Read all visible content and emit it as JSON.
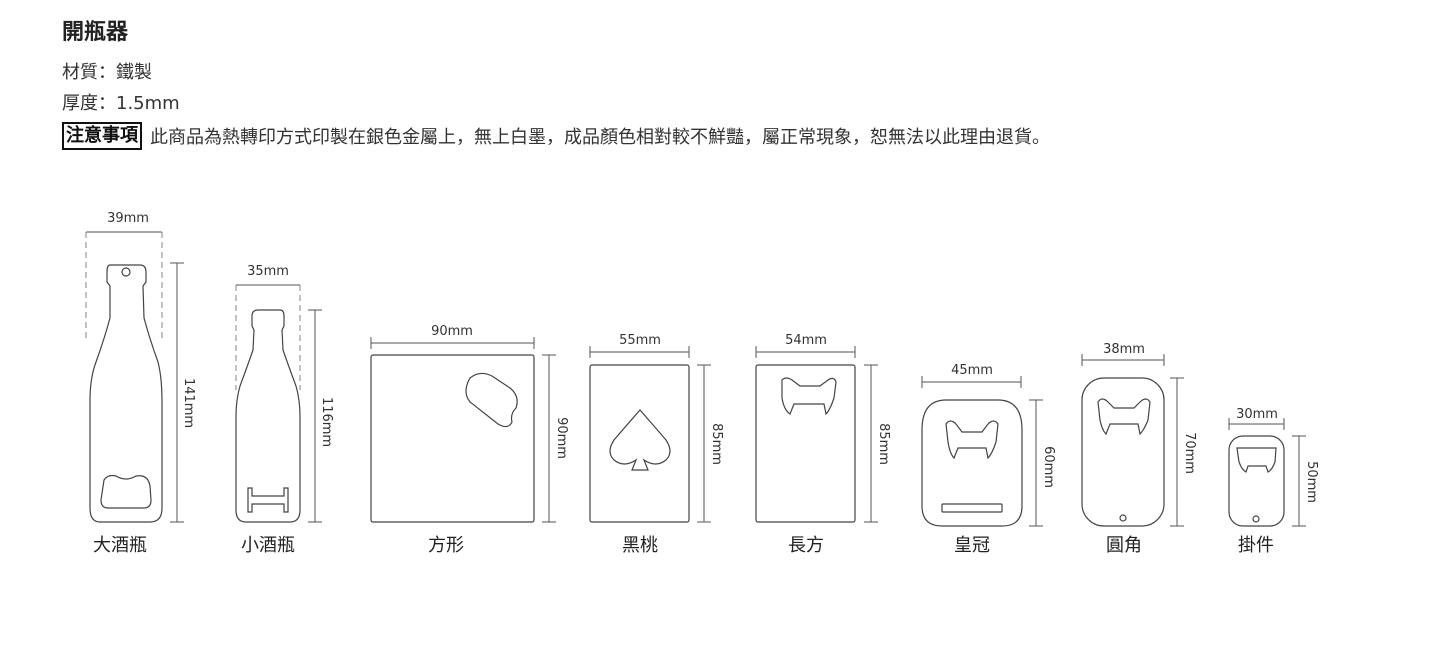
{
  "title": "開瓶器",
  "specs": [
    {
      "text": "材質：鐵製"
    },
    {
      "text": "厚度：1.5mm"
    }
  ],
  "notice": {
    "tag": "注意事項",
    "text": "此商品為熱轉印方式印製在銀色金屬上，無上白墨，成品顏色相對較不鮮豔，屬正常現象，恕無法以此理由退貨。"
  },
  "products": [
    {
      "name": "大酒瓶",
      "width": "39mm",
      "height": "141mm"
    },
    {
      "name": "小酒瓶",
      "width": "35mm",
      "height": "116mm"
    },
    {
      "name": "方形",
      "width": "90mm",
      "height": "90mm"
    },
    {
      "name": "黑桃",
      "width": "55mm",
      "height": "85mm"
    },
    {
      "name": "長方",
      "width": "54mm",
      "height": "85mm"
    },
    {
      "name": "皇冠",
      "width": "45mm",
      "height": "60mm"
    },
    {
      "name": "圓角",
      "width": "38mm",
      "height": "70mm"
    },
    {
      "name": "掛件",
      "width": "30mm",
      "height": "50mm"
    }
  ]
}
